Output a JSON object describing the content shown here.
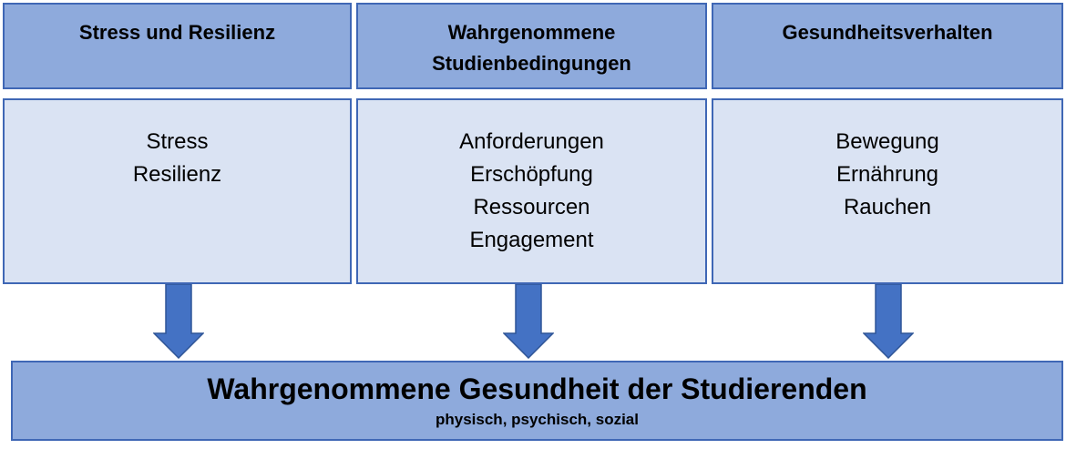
{
  "columns": [
    {
      "header": [
        "Stress und Resilienz"
      ],
      "items": [
        "Stress",
        "Resilienz"
      ]
    },
    {
      "header": [
        "Wahrgenommene",
        "Studienbedingungen"
      ],
      "items": [
        "Anforderungen",
        "Erschöpfung",
        "Ressourcen",
        "Engagement"
      ]
    },
    {
      "header": [
        "Gesundheitsverhalten"
      ],
      "items": [
        "Bewegung",
        "Ernährung",
        "Rauchen"
      ]
    }
  ],
  "outcome": {
    "title": "Wahrgenommene Gesundheit der Studierenden",
    "subtitle": "physisch, psychisch, sozial"
  },
  "colors": {
    "header_fill": "#8eaadc",
    "body_fill": "#dae3f3",
    "border": "#3f67b5",
    "arrow": "#4472c4"
  }
}
